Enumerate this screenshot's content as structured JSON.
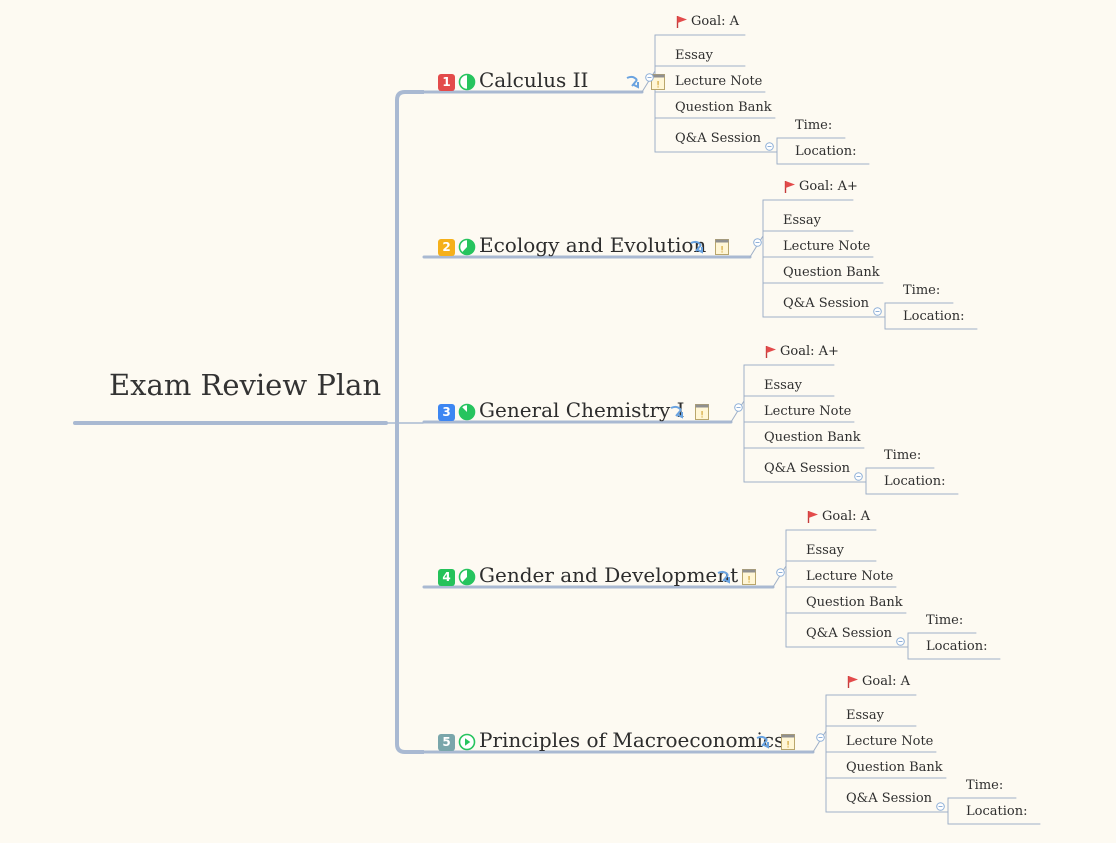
{
  "root": {
    "title": "Exam Review Plan"
  },
  "topics": [
    {
      "number": "1",
      "badge_color": "#e34b4b",
      "progress": "50%",
      "title": "Calculus II",
      "goal": "Goal: A",
      "items": [
        "Essay",
        "Lecture Note",
        "Question Bank",
        "Q&A Session"
      ],
      "qa": [
        "Time:",
        "Location:"
      ]
    },
    {
      "number": "2",
      "badge_color": "#f5b01a",
      "progress": "63%",
      "title": "Ecology and Evolution",
      "goal": "Goal: A+",
      "items": [
        "Essay",
        "Lecture Note",
        "Question Bank",
        "Q&A Session"
      ],
      "qa": [
        "Time:",
        "Location:"
      ]
    },
    {
      "number": "3",
      "badge_color": "#3d86f2",
      "progress": "88%",
      "title": "General Chemistry I",
      "goal": "Goal: A+",
      "items": [
        "Essay",
        "Lecture Note",
        "Question Bank",
        "Q&A Session"
      ],
      "qa": [
        "Time:",
        "Location:"
      ]
    },
    {
      "number": "4",
      "badge_color": "#25c25a",
      "progress": "63%",
      "title": "Gender and Development",
      "goal": "Goal: A",
      "items": [
        "Essay",
        "Lecture Note",
        "Question Bank",
        "Q&A Session"
      ],
      "qa": [
        "Time:",
        "Location:"
      ]
    },
    {
      "number": "5",
      "badge_color": "#7aa6ab",
      "progress": "0% (start)",
      "title": "Principles of Macroeconomics",
      "goal": "Goal: A",
      "items": [
        "Essay",
        "Lecture Note",
        "Question Bank",
        "Q&A Session"
      ],
      "qa": [
        "Time:",
        "Location:"
      ]
    }
  ],
  "colors": {
    "branch": "#a9b9d2",
    "thin_line": "#9fb0c8",
    "progress_green": "#26c45e",
    "flag_red": "#e34b4b",
    "background": "#fdfaf2"
  },
  "icons": {
    "progress": "pie-progress-icon",
    "link": "hyperlink-arrow-icon",
    "note": "note-icon",
    "flag": "red-flag-icon",
    "collapse": "collapse-circle-icon"
  }
}
